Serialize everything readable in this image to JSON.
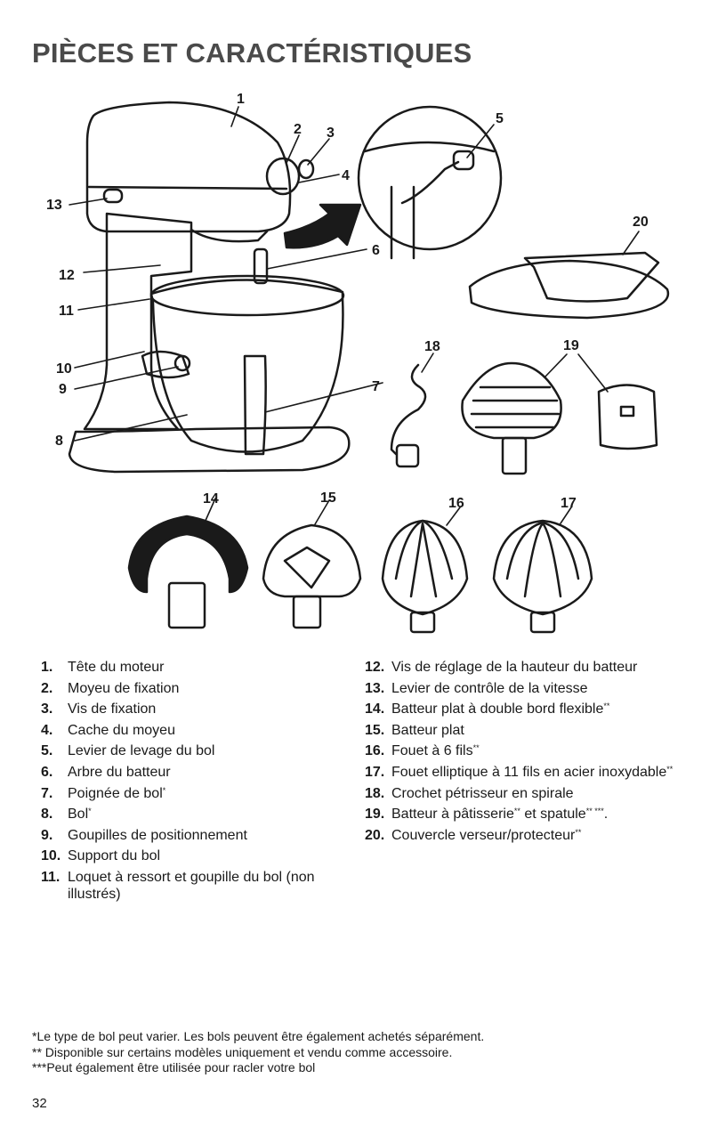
{
  "page": {
    "title": "PIÈCES ET CARACTÉRISTIQUES",
    "page_number": "32"
  },
  "callouts": [
    "1",
    "2",
    "3",
    "4",
    "5",
    "6",
    "7",
    "8",
    "9",
    "10",
    "11",
    "12",
    "13",
    "14",
    "15",
    "16",
    "17",
    "18",
    "19",
    "20"
  ],
  "parts_left": [
    {
      "num": "1.",
      "text": "Tête du moteur",
      "mark": ""
    },
    {
      "num": "2.",
      "text": "Moyeu de fixation",
      "mark": ""
    },
    {
      "num": "3.",
      "text": "Vis de fixation",
      "mark": ""
    },
    {
      "num": "4.",
      "text": "Cache du moyeu",
      "mark": ""
    },
    {
      "num": "5.",
      "text": "Levier de levage du bol",
      "mark": ""
    },
    {
      "num": "6.",
      "text": "Arbre du batteur",
      "mark": ""
    },
    {
      "num": "7.",
      "text": "Poignée de bol",
      "mark": "*"
    },
    {
      "num": "8.",
      "text": "Bol",
      "mark": "*"
    },
    {
      "num": "9.",
      "text": "Goupilles de positionnement",
      "mark": ""
    },
    {
      "num": "10.",
      "text": "Support du bol",
      "mark": ""
    },
    {
      "num": "11.",
      "text": "Loquet à ressort et goupille du bol (non illustrés)",
      "mark": ""
    }
  ],
  "parts_right": [
    {
      "num": "12.",
      "text": "Vis de réglage de la hauteur du batteur",
      "mark": ""
    },
    {
      "num": "13.",
      "text": "Levier de contrôle de la vitesse",
      "mark": ""
    },
    {
      "num": "14.",
      "text": "Batteur plat à double bord flexible",
      "mark": "**"
    },
    {
      "num": "15.",
      "text": "Batteur plat",
      "mark": ""
    },
    {
      "num": "16.",
      "text": "Fouet à 6 fils",
      "mark": "**"
    },
    {
      "num": "17.",
      "text": "Fouet elliptique à 11 fils en acier inoxydable",
      "mark": "**"
    },
    {
      "num": "18.",
      "text": "Crochet pétrisseur en spirale",
      "mark": ""
    },
    {
      "num": "19.",
      "text": "Batteur à pâtisserie",
      "mark": "**"
    },
    {
      "num": "20.",
      "text": "Couvercle verseur/protecteur",
      "mark": "**"
    }
  ],
  "item19": {
    "mid": " et spatule",
    "mark2": "** ***",
    "end": "."
  },
  "footnotes": [
    "*Le type de bol peut varier. Les bols peuvent être également achetés séparément.",
    "** Disponible sur certains modèles uniquement et vendu comme accessoire.",
    "***Peut également être utilisée pour racler votre bol"
  ]
}
